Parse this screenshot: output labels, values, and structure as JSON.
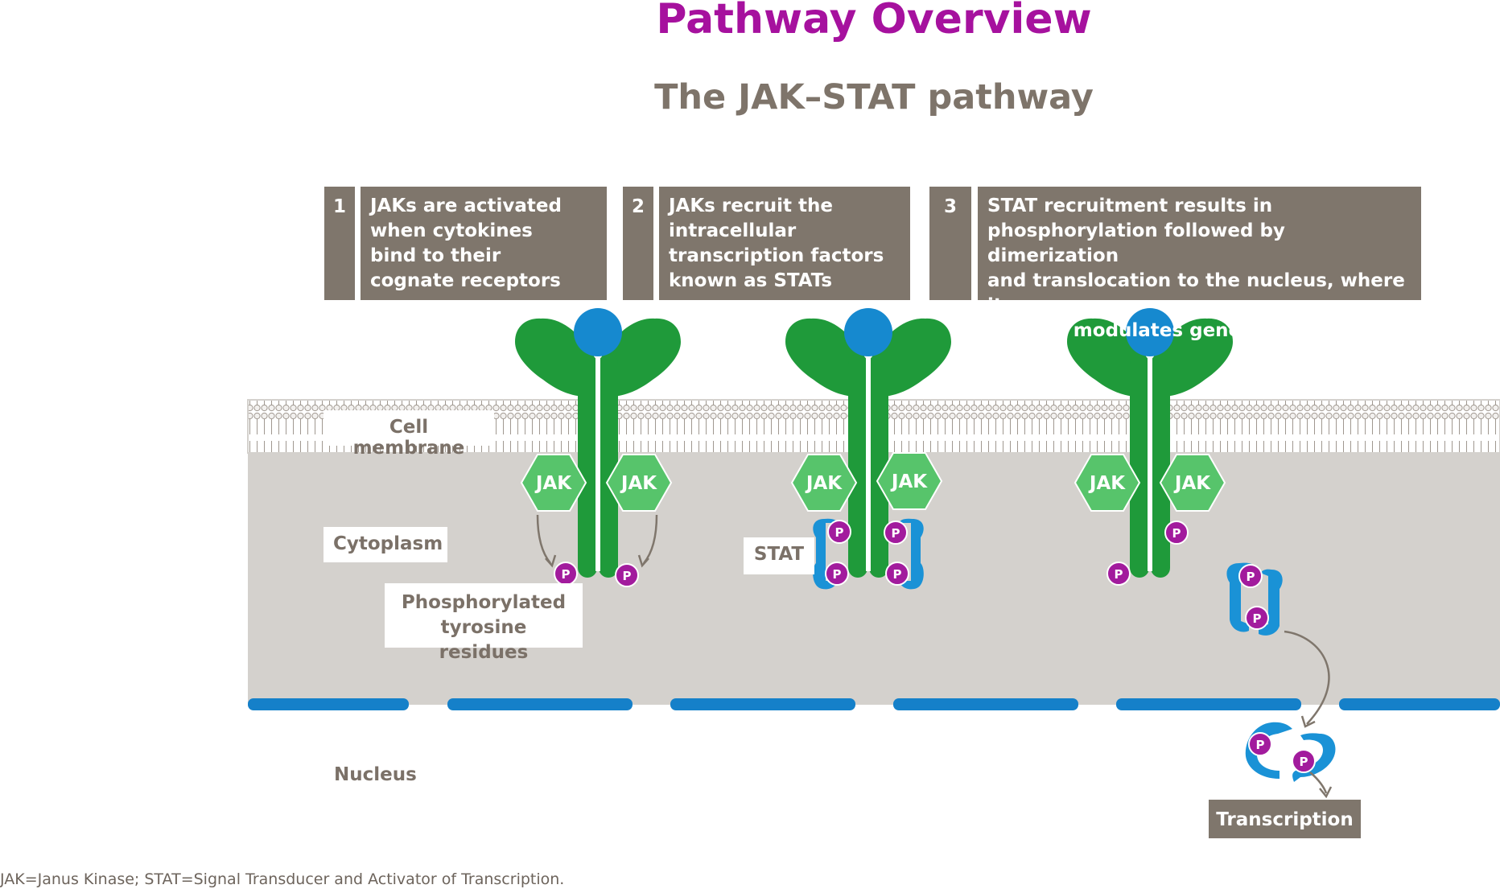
{
  "title": "Pathway Overview",
  "subtitle": "The JAK–STAT pathway",
  "steps": [
    {
      "number": "1",
      "text": "JAKs are activated\nwhen cytokines\nbind to their\ncognate receptors"
    },
    {
      "number": "2",
      "text": "JAKs recruit the\nintracellular\ntranscription factors\nknown as STATs"
    },
    {
      "number": "3",
      "text": "STAT recruitment results in\nphosphorylation followed by dimerization\nand translocation to the nucleus, where it\ndirectly modulates gene transcription"
    }
  ],
  "labels": {
    "cell_membrane": "Cell membrane",
    "cytoplasm": "Cytoplasm",
    "phosphorylated": "Phosphorylated\ntyrosine residues",
    "stat": "STAT",
    "nucleus": "Nucleus",
    "transcription": "Transcription"
  },
  "glyphs": {
    "jak": "JAK",
    "phospho": "P"
  },
  "footnote": "JAK=Janus Kinase; STAT=Signal Transducer and Activator of Transcription.",
  "colors": {
    "title": "#a6119e",
    "receptor": "#1f9a3a",
    "cytokine": "#1689cf",
    "jak": "#57c46b",
    "phospho": "#a21b9d",
    "stat": "#1a92d6",
    "cytoplasm": "#d4d1cd",
    "nuclear_membrane": "#1580c9",
    "box": "#7f766c"
  }
}
